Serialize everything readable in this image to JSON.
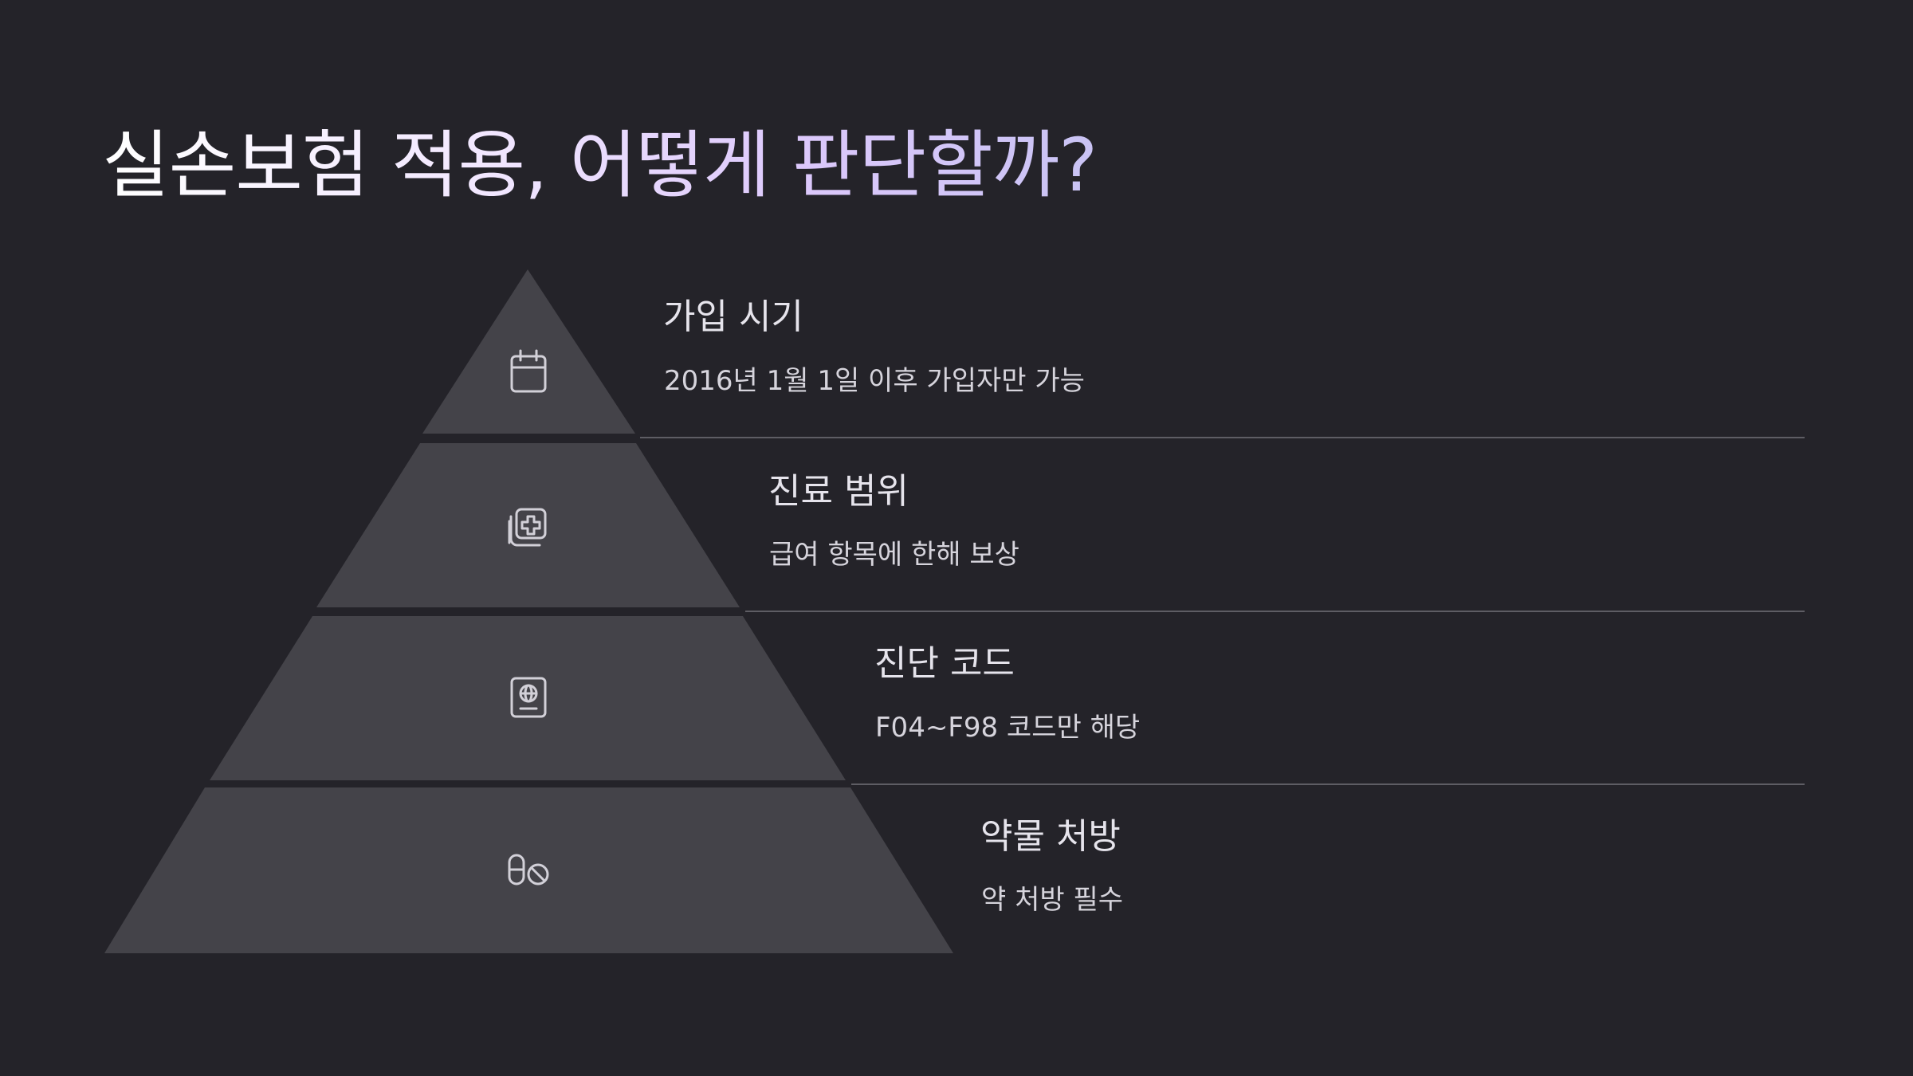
{
  "title": "실손보험 적용, 어떻게 판단할까?",
  "levels": [
    {
      "icon": "calendar-icon",
      "heading": "가입 시기",
      "description": "2016년 1월 1일 이후 가입자만 가능"
    },
    {
      "icon": "medical-copy-icon",
      "heading": "진료 범위",
      "description": "급여 항목에 한해 보상"
    },
    {
      "icon": "passport-icon",
      "heading": "진단 코드",
      "description": "F04~F98 코드만 해당"
    },
    {
      "icon": "pills-icon",
      "heading": "약물 처방",
      "description": "약 처방 필수"
    }
  ],
  "colors": {
    "background": "#242329",
    "pyramid_fill": "#444349",
    "divider": "#5e5d64",
    "icon_stroke": "#d2d0d8"
  }
}
